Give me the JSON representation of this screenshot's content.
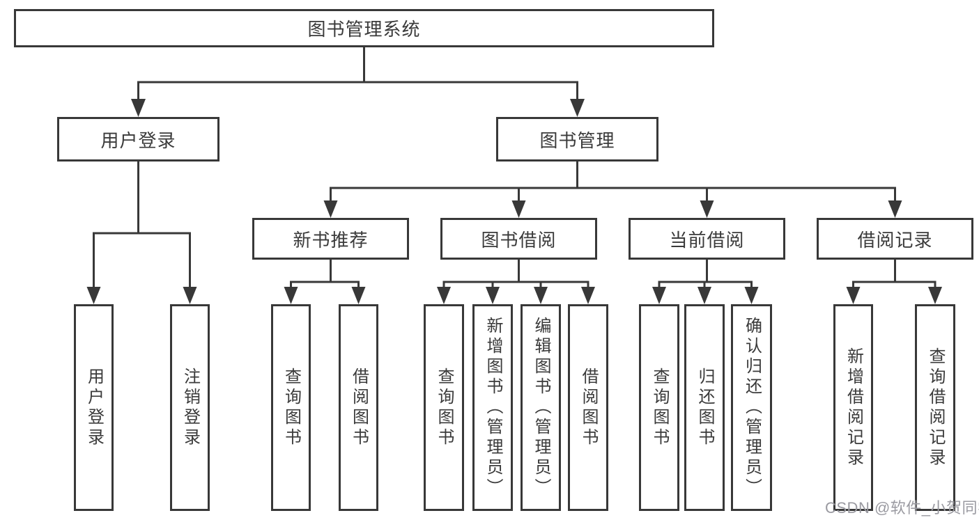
{
  "colors": {
    "line": "#383838",
    "box_border": "#383838",
    "text": "#3a3a3a",
    "background": "#ffffff",
    "watermark_text": "#9a9aa1"
  },
  "tree": {
    "root": {
      "label": "图书管理系统"
    },
    "branches": {
      "user_login": {
        "label": "用户登录",
        "children": [
          {
            "label": "用户登录"
          },
          {
            "label": "注销登录"
          }
        ]
      },
      "book_management": {
        "label": "图书管理",
        "sections": {
          "new_book_recommend": {
            "label": "新书推荐",
            "children": [
              {
                "label": "查询图书"
              },
              {
                "label": "借阅图书"
              }
            ]
          },
          "book_borrow": {
            "label": "图书借阅",
            "children": [
              {
                "label": "查询图书"
              },
              {
                "label": "新增图书（管理员）"
              },
              {
                "label": "编辑图书（管理员）"
              },
              {
                "label": "借阅图书"
              }
            ]
          },
          "current_borrow": {
            "label": "当前借阅",
            "children": [
              {
                "label": "查询图书"
              },
              {
                "label": "归还图书"
              },
              {
                "label": "确认归还（管理员）"
              }
            ]
          },
          "borrow_record": {
            "label": "借阅记录",
            "children": [
              {
                "label": "新增借阅记录"
              },
              {
                "label": "查询借阅记录"
              }
            ]
          }
        }
      }
    }
  },
  "watermark": {
    "text": "CSDN @软件_小贺同学"
  }
}
